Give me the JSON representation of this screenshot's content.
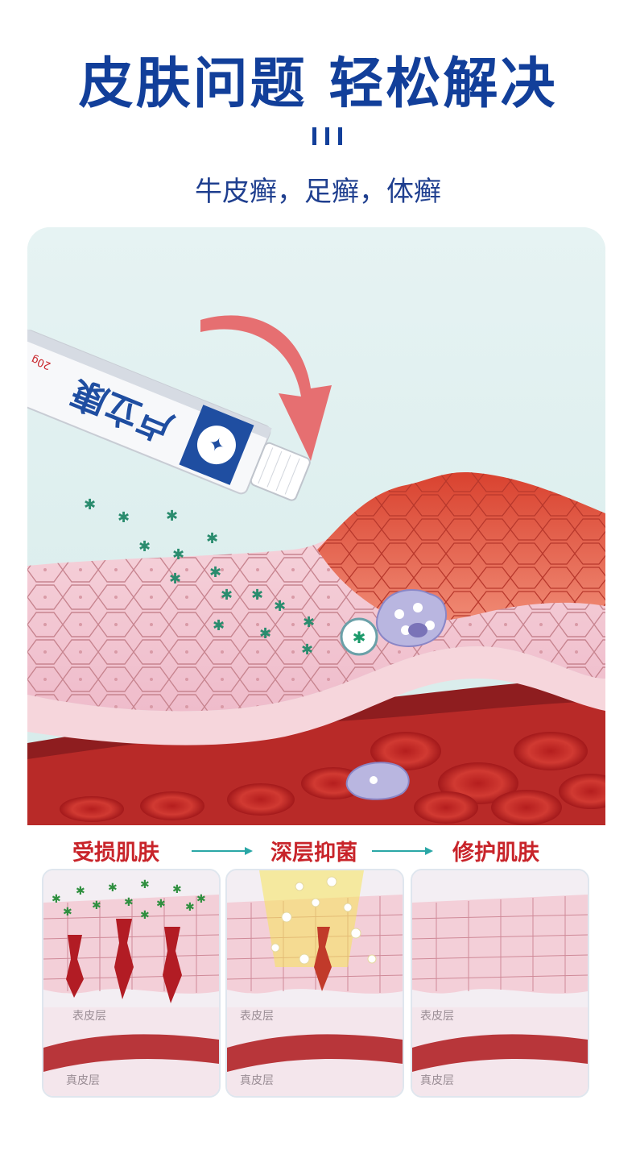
{
  "headline": "皮肤问题 轻松解决",
  "subtitle": "牛皮癣，足癣，体癣",
  "product": {
    "brand_text": "卢立康",
    "weight_text": "20g"
  },
  "stages": [
    {
      "label": "受损肌肤"
    },
    {
      "label": "深层抑菌"
    },
    {
      "label": "修护肌肤"
    }
  ],
  "layer_labels": {
    "epidermis": "表皮层",
    "dermis": "真皮层"
  },
  "colors": {
    "headline": "#123f9a",
    "stage_label": "#c8242a",
    "arrow": "#2aa7a6",
    "skin": "#f3c9d4",
    "blood": "#c52a2a"
  }
}
